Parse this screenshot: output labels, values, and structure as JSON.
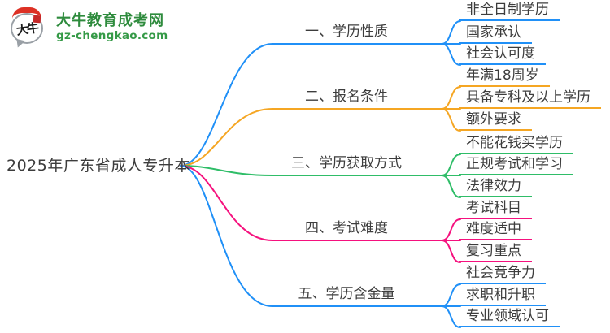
{
  "logo": {
    "site_name": "大牛教育成考网",
    "site_url": "gz-chengkao.com",
    "icon_text": "大牛",
    "brand_green": "#2e8b3d",
    "accent_red": "#dd3125"
  },
  "root": {
    "label": "2025年广东省成人专升本"
  },
  "colors": {
    "blue": "#2090f7",
    "orange": "#f5a623",
    "green": "#2fbd68",
    "pink": "#f5117e"
  },
  "branches": [
    {
      "label": "一、学历性质",
      "color": "#2090f7",
      "children": [
        "非全日制学历",
        "国家承认",
        "社会认可度"
      ]
    },
    {
      "label": "二、报名条件",
      "color": "#f5a623",
      "children": [
        "年满18周岁",
        "具备专科及以上学历",
        "额外要求"
      ]
    },
    {
      "label": "三、学历获取方式",
      "color": "#2fbd68",
      "children": [
        "不能花钱买学历",
        "正规考试和学习",
        "法律效力"
      ]
    },
    {
      "label": "四、考试难度",
      "color": "#f5117e",
      "children": [
        "考试科目",
        "难度适中",
        "复习重点"
      ]
    },
    {
      "label": "五、学历含金量",
      "color": "#2090f7",
      "children": [
        "社会竞争力",
        "求职和升职",
        "专业领域认可"
      ]
    }
  ]
}
